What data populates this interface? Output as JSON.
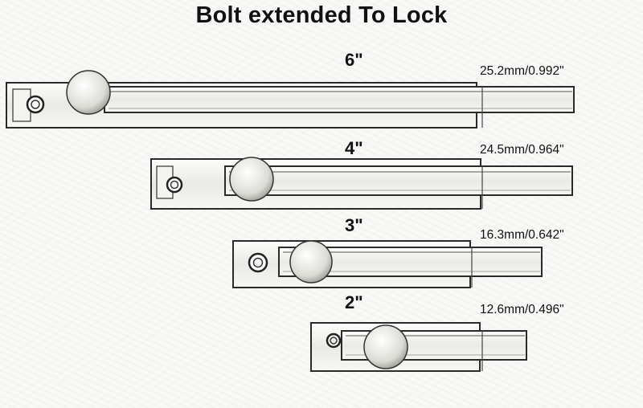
{
  "title": "Bolt extended To Lock",
  "bolts": [
    {
      "size": "6\"",
      "measurement": "25.2mm/0.992\""
    },
    {
      "size": "4\"",
      "measurement": "24.5mm/0.964\""
    },
    {
      "size": "3\"",
      "measurement": "16.3mm/0.642\""
    },
    {
      "size": "2\"",
      "measurement": "12.6mm/0.496\""
    }
  ]
}
